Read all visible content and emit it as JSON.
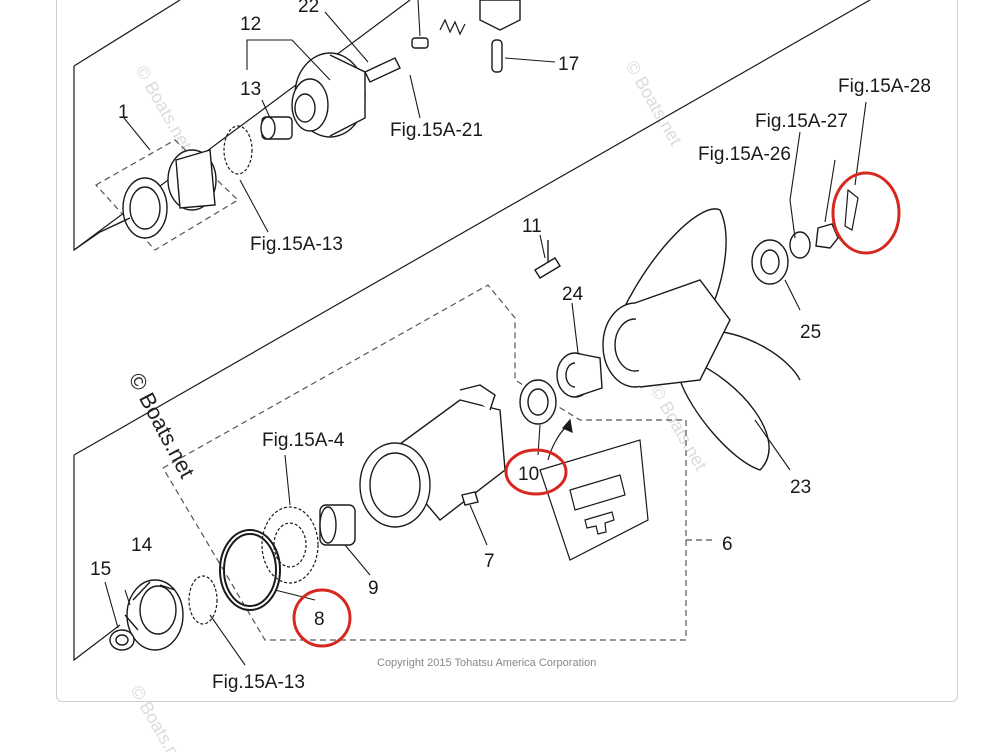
{
  "labels": {
    "p1": "1",
    "p6": "6",
    "p7": "7",
    "p8": "8",
    "p9": "9",
    "p10": "10",
    "p11": "11",
    "p12": "12",
    "p13": "13",
    "p14": "14",
    "p15": "15",
    "p17": "17",
    "p22": "22",
    "p23": "23",
    "p24": "24",
    "p25": "25",
    "fig13a": "Fig.15A-13",
    "fig13b": "Fig.15A-13",
    "fig4": "Fig.15A-4",
    "fig21": "Fig.15A-21",
    "fig26": "Fig.15A-26",
    "fig27": "Fig.15A-27",
    "fig28": "Fig.15A-28"
  },
  "copyright": "Copyright 2015 Tohatsu America Corporation",
  "watermark": {
    "main": "© Boats.net",
    "small": "© Boats.net"
  },
  "colors": {
    "highlight": "#d6281f",
    "line": "#1a1a1a",
    "dashed": "#555555"
  }
}
